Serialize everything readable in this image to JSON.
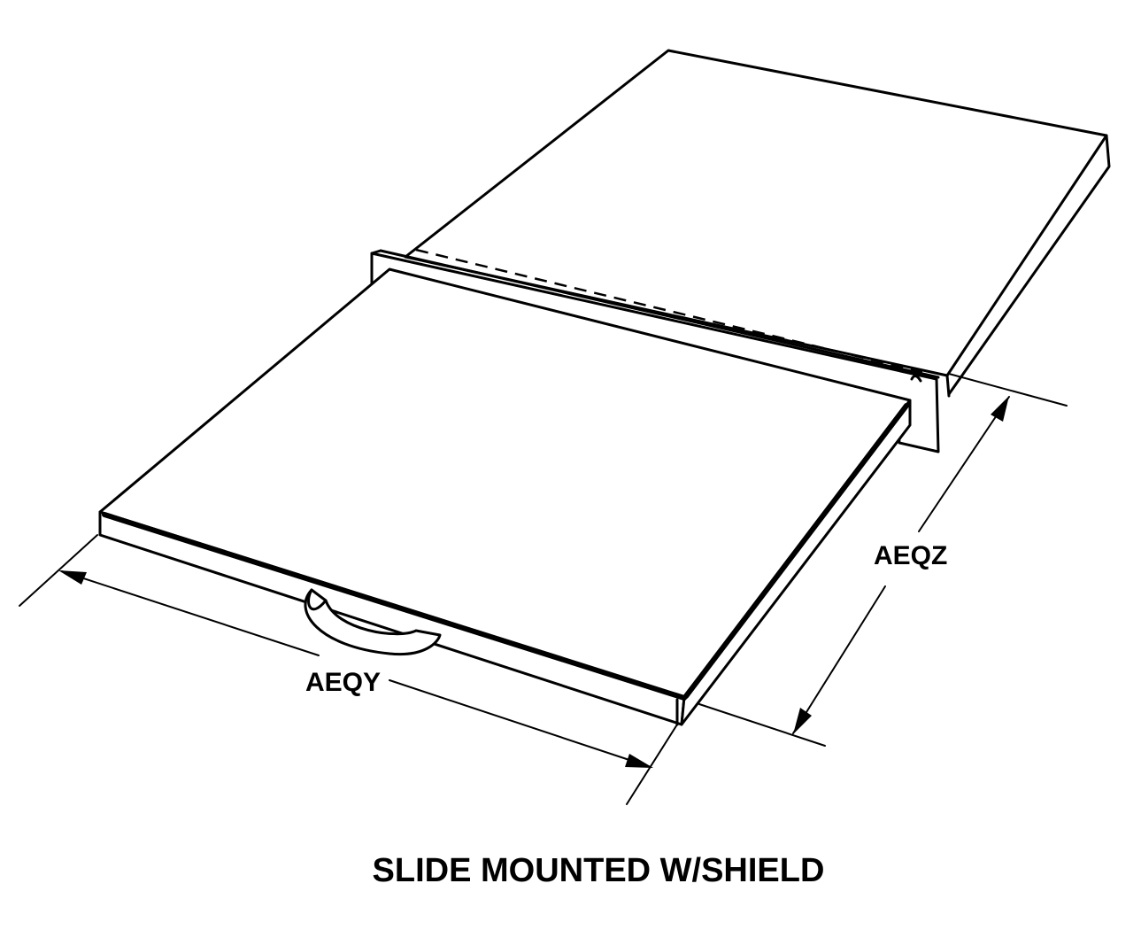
{
  "caption": "SLIDE MOUNTED W/SHIELD",
  "dimensions": {
    "width_label": "AEQY",
    "depth_label": "AEQZ"
  }
}
